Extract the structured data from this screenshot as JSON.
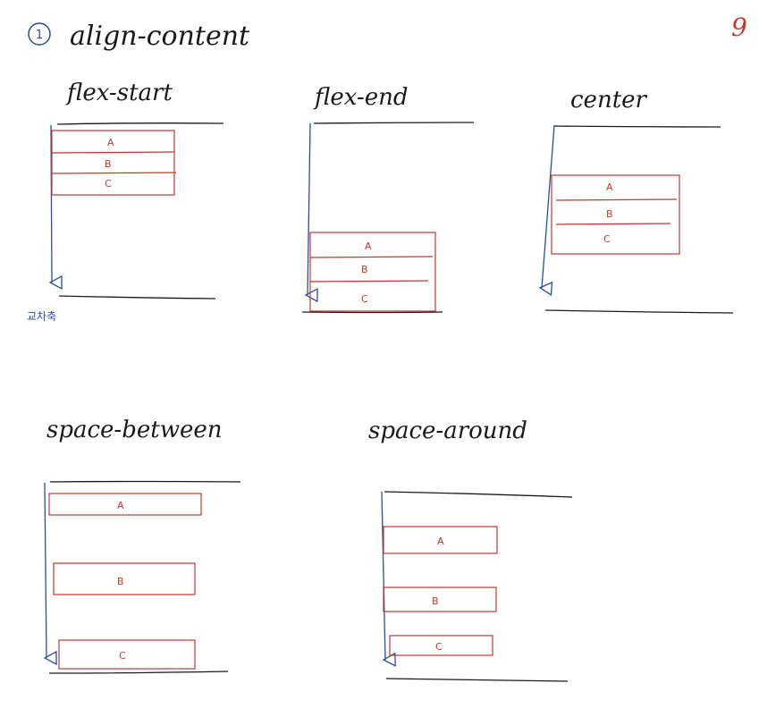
{
  "title": {
    "number": "1",
    "text": "align-content"
  },
  "page_number": "9",
  "axis_label": "교차축",
  "diagrams": [
    {
      "id": "flex-start",
      "label": "flex-start",
      "items": [
        "A",
        "B",
        "C"
      ]
    },
    {
      "id": "flex-end",
      "label": "flex-end",
      "items": [
        "A",
        "B",
        "C"
      ]
    },
    {
      "id": "center",
      "label": "center",
      "items": [
        "A",
        "B",
        "C"
      ]
    },
    {
      "id": "space-between",
      "label": "space-between",
      "items": [
        "A",
        "B",
        "C"
      ]
    },
    {
      "id": "space-around",
      "label": "space-around",
      "items": [
        "A",
        "B",
        "C"
      ]
    }
  ],
  "colors": {
    "ink": "#1a1a1a",
    "box": "#c0392b",
    "axis": "#2a4d9c",
    "page_number": "#c0392b"
  }
}
